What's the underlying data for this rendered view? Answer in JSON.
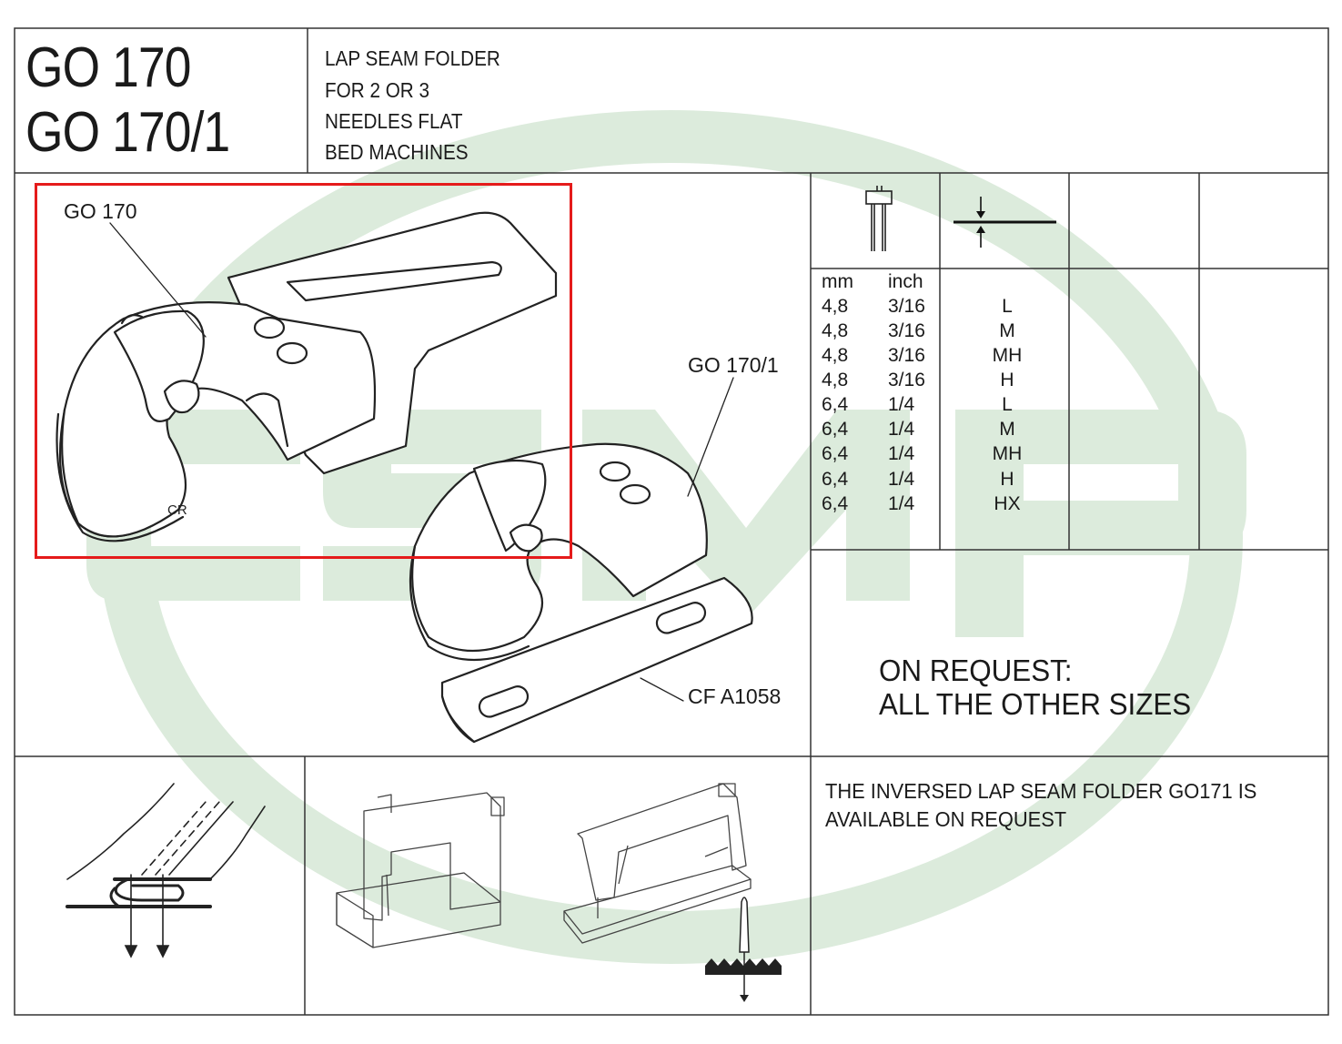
{
  "header": {
    "title_lines": [
      "GO 170",
      "GO 170/1"
    ],
    "description_lines": [
      "LAP SEAM FOLDER",
      "FOR 2 OR 3",
      "NEEDLES FLAT",
      "BED MACHINES"
    ]
  },
  "illustration": {
    "label_go170": "GO 170",
    "label_go170_1": "GO 170/1",
    "label_cf": "CF A1058",
    "logo_mark": "CR"
  },
  "watermark": {
    "text": "CSMP",
    "color": "#d9e9d9"
  },
  "size_table": {
    "headers": [
      "mm",
      "inch"
    ],
    "rows": [
      {
        "mm": "4,8",
        "inch": "3/16",
        "type": "L"
      },
      {
        "mm": "4,8",
        "inch": "3/16",
        "type": "M"
      },
      {
        "mm": "4,8",
        "inch": "3/16",
        "type": "MH"
      },
      {
        "mm": "4,8",
        "inch": "3/16",
        "type": "H"
      },
      {
        "mm": "6,4",
        "inch": "1/4",
        "type": "L"
      },
      {
        "mm": "6,4",
        "inch": "1/4",
        "type": "M"
      },
      {
        "mm": "6,4",
        "inch": "1/4",
        "type": "MH"
      },
      {
        "mm": "6,4",
        "inch": "1/4",
        "type": "H"
      },
      {
        "mm": "6,4",
        "inch": "1/4",
        "type": "HX"
      }
    ]
  },
  "on_request": {
    "line1": "ON REQUEST:",
    "line2": "ALL THE OTHER SIZES"
  },
  "footer_note": {
    "line1": "THE INVERSED LAP SEAM FOLDER GO171 IS",
    "line2": "AVAILABLE ON REQUEST"
  },
  "colors": {
    "highlight": "#e51b1b",
    "watermark": "#d9e9d9",
    "ink": "#1a1a1a"
  },
  "icons": [
    "twin-needle-icon",
    "material-thickness-icon",
    "lap-seam-diagram-icon",
    "sewing-machine-icon",
    "industrial-sewing-machine-icon",
    "feed-dog-needle-icon"
  ]
}
